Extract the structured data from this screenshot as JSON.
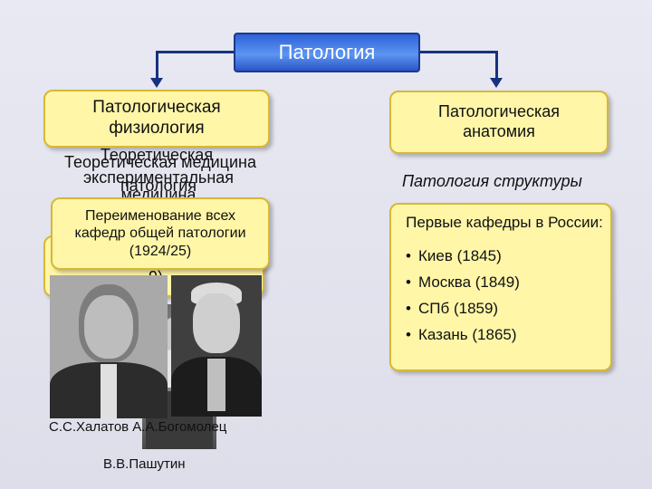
{
  "top": {
    "title": "Патология"
  },
  "left": {
    "header_line1": "Патологическая",
    "header_line2": "физиология",
    "overlap_line1": "Теоретическая",
    "overlap_line2": "Теоретическая медицина",
    "overlap_line3": "экспериментальная",
    "overlap_line4": "патология",
    "overlap_line5": "медицина",
    "rename_box": "Переименование всех кафедр общей патологии (1924/25)",
    "peek_year": "9)"
  },
  "right": {
    "header": "Патологическая анатомия",
    "structure_label": "Патология структуры",
    "russia_title": "Первые кафедры в России:",
    "bullet": "•",
    "departments": [
      "Киев (1845)",
      "Москва (1849)",
      "СПб (1859)",
      "Казань (1865)"
    ]
  },
  "photos": {
    "caption_halatov_bogomolets": "С.С.Халатов А.А.Богомолец",
    "caption_pashutin": "В.В.Пашутин"
  },
  "colors": {
    "top_node": "#3f79e6",
    "connector": "#17317e",
    "box_fill": "#fff6a8",
    "box_border": "#d7b737"
  }
}
